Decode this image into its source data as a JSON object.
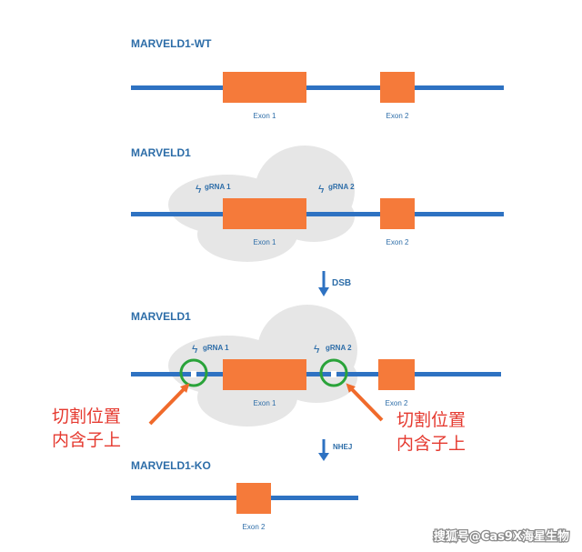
{
  "colors": {
    "strand": "#2e72c2",
    "exon": "#f57a3a",
    "cas9": "#e6e6e6",
    "text_blue": "#2d6da8",
    "cut_circle": "#2aa33a",
    "note_red": "#e5392f",
    "arrow_orange": "#f06a2b"
  },
  "panels": {
    "wt": {
      "title": "MARVELD1-WT",
      "exon1": "Exon 1",
      "exon2": "Exon 2"
    },
    "targeting": {
      "title": "MARVELD1",
      "grna1": "gRNA 1",
      "grna2": "gRNA 2",
      "exon1": "Exon 1",
      "exon2": "Exon 2"
    },
    "cut": {
      "title": "MARVELD1",
      "grna1": "gRNA 1",
      "grna2": "gRNA 2",
      "exon1": "Exon 1",
      "exon2": "Exon 2"
    },
    "ko": {
      "title": "MARVELD1-KO",
      "exon2": "Exon 2"
    }
  },
  "steps": {
    "dsb": "DSB",
    "nhej": "NHEJ"
  },
  "annotations": {
    "left": {
      "line1": "切割位置",
      "line2": "内含子上"
    },
    "right": {
      "line1": "切割位置",
      "line2": "内含子上"
    }
  },
  "watermark": "搜狐号@Cas9X海星生物"
}
